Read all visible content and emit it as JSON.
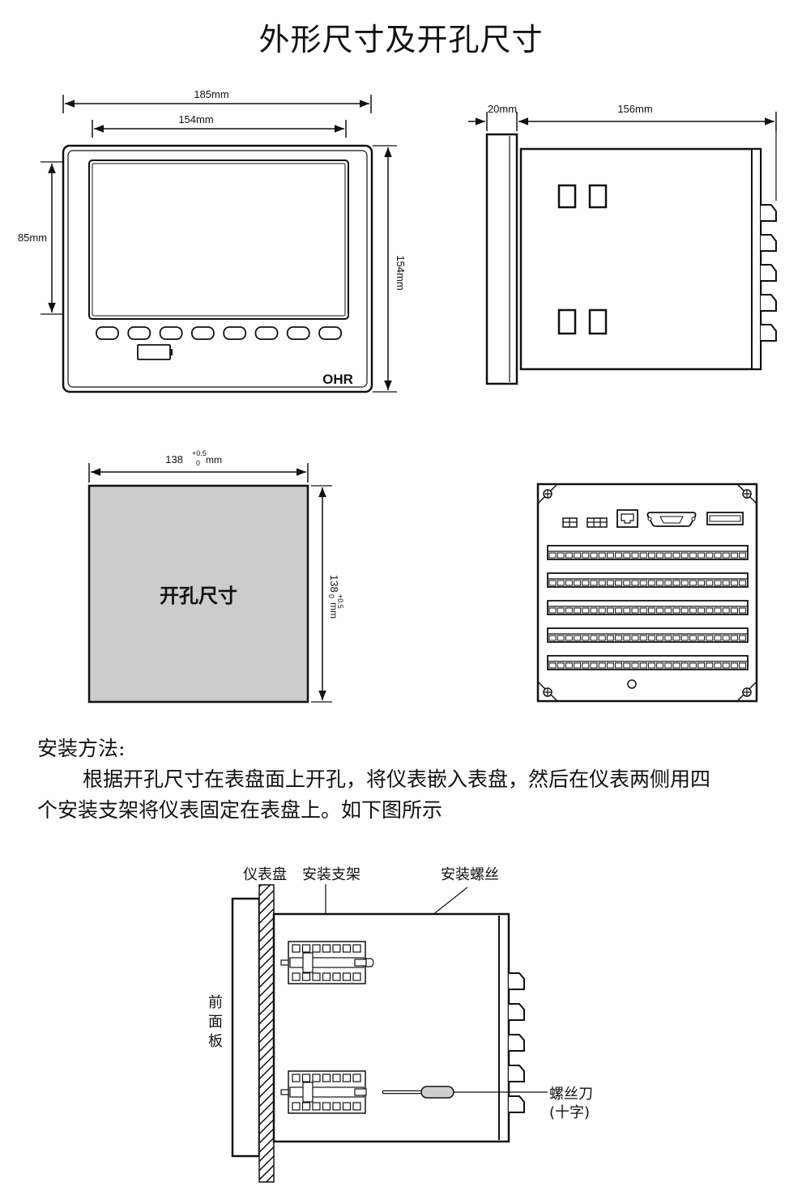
{
  "page_title": "外形尺寸及开孔尺寸",
  "front_view": {
    "dim_outer_width": "185mm",
    "dim_screen_width": "154mm",
    "dim_screen_height": "85mm",
    "dim_outer_height": "154mm",
    "brand_logo": "OHR",
    "button_count": 8
  },
  "side_view": {
    "dim_bezel_depth": "20mm",
    "dim_body_depth": "156mm",
    "connector_count": 5
  },
  "cutout": {
    "width_base": "138",
    "width_tol_upper": "+0.5",
    "width_tol_lower": "0",
    "width_unit": "mm",
    "height_base": "138",
    "height_tol_upper": "+0.5",
    "height_tol_lower": "0",
    "height_unit": "mm",
    "label": "开孔尺寸",
    "fill_color": "#cccccc"
  },
  "rear_view": {
    "terminal_rows": 5
  },
  "install": {
    "heading": "安装方法:",
    "body_line1": "根据开孔尺寸在表盘面上开孔，将仪表嵌入表盘，然后在仪表两侧用四",
    "body_line2": "个安装支架将仪表固定在表盘上。如下图所示"
  },
  "install_diagram": {
    "label_panel": "仪表盘",
    "label_bracket": "安装支架",
    "label_screw": "安装螺丝",
    "label_front_1": "前",
    "label_front_2": "面",
    "label_front_3": "板",
    "label_screwdriver": "螺丝刀",
    "label_screwdriver_type": "(十字)"
  }
}
